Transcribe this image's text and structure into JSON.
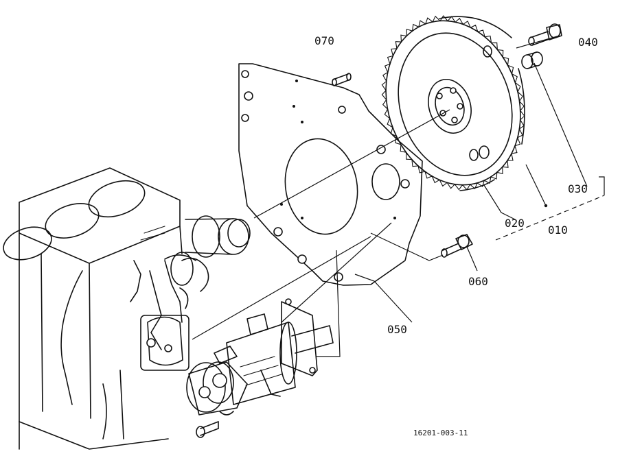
{
  "diagram": {
    "callouts": {
      "p010": "010",
      "p020": "020",
      "p030": "030",
      "p040": "040",
      "p050": "050",
      "p060": "060",
      "p070": "070"
    },
    "reference_code": "16201-003-11"
  }
}
